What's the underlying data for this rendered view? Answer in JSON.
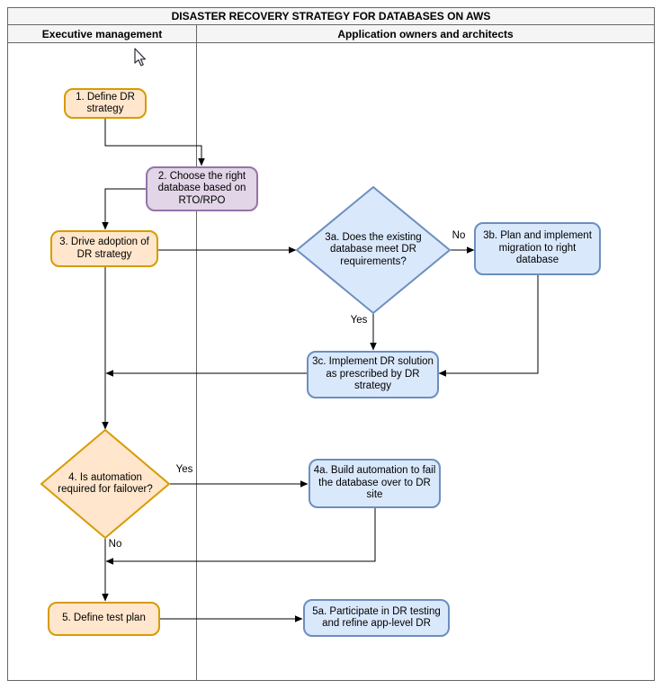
{
  "title": "DISASTER RECOVERY STRATEGY FOR DATABASES ON AWS",
  "lanes": [
    {
      "label": "Executive management"
    },
    {
      "label": "Application owners and architects"
    }
  ],
  "nodes": {
    "n1": {
      "id": "1",
      "label": "1. Define DR strategy",
      "shape": "rounded-rectangle",
      "color": "orange"
    },
    "n2": {
      "id": "2",
      "label": "2. Choose the right database based on RTO/RPO",
      "shape": "rounded-rectangle",
      "color": "purple"
    },
    "n3": {
      "id": "3",
      "label": "3. Drive adoption of DR strategy",
      "shape": "rounded-rectangle",
      "color": "orange"
    },
    "n3a": {
      "id": "3a",
      "label": "3a. Does the existing database meet DR requirements?",
      "shape": "decision-diamond",
      "color": "blue"
    },
    "n3b": {
      "id": "3b",
      "label": "3b. Plan and implement migration to right database",
      "shape": "rounded-rectangle",
      "color": "blue"
    },
    "n3c": {
      "id": "3c",
      "label": "3c. Implement DR solution as prescribed by DR strategy",
      "shape": "rounded-rectangle",
      "color": "blue"
    },
    "n4": {
      "id": "4",
      "label": "4. Is automation required for failover?",
      "shape": "decision-diamond",
      "color": "orange"
    },
    "n4a": {
      "id": "4a",
      "label": "4a. Build automation to fail the database over to DR site",
      "shape": "rounded-rectangle",
      "color": "blue"
    },
    "n5": {
      "id": "5",
      "label": "5. Define test plan",
      "shape": "rounded-rectangle",
      "color": "orange"
    },
    "n5a": {
      "id": "5a",
      "label": "5a. Participate in DR testing and refine app-level DR",
      "shape": "rounded-rectangle",
      "color": "blue"
    }
  },
  "edge_labels": {
    "d3a_no": "No",
    "d3a_yes": "Yes",
    "d4_yes": "Yes",
    "d4_no": "No"
  },
  "edges": [
    {
      "from": "1",
      "to": "2",
      "label": ""
    },
    {
      "from": "2",
      "to": "3",
      "label": ""
    },
    {
      "from": "3",
      "to": "3a",
      "label": ""
    },
    {
      "from": "3a",
      "to": "3b",
      "label": "No"
    },
    {
      "from": "3a",
      "to": "3c",
      "label": "Yes"
    },
    {
      "from": "3b",
      "to": "3c",
      "label": ""
    },
    {
      "from": "3c",
      "to": "4",
      "label": ""
    },
    {
      "from": "3",
      "to": "4",
      "label": ""
    },
    {
      "from": "4",
      "to": "4a",
      "label": "Yes"
    },
    {
      "from": "4",
      "to": "5",
      "label": "No"
    },
    {
      "from": "4a",
      "to": "5",
      "label": ""
    },
    {
      "from": "5",
      "to": "5a",
      "label": ""
    }
  ],
  "colors": {
    "orange_fill": "#FFE6CC",
    "orange_stroke": "#D79B00",
    "blue_fill": "#DAE8FC",
    "blue_stroke": "#6C8EBF",
    "purple_fill": "#E1D5E7",
    "purple_stroke": "#9673A6",
    "connector": "#000000",
    "frame_border": "#666666",
    "header_bg": "#F5F5F5"
  }
}
